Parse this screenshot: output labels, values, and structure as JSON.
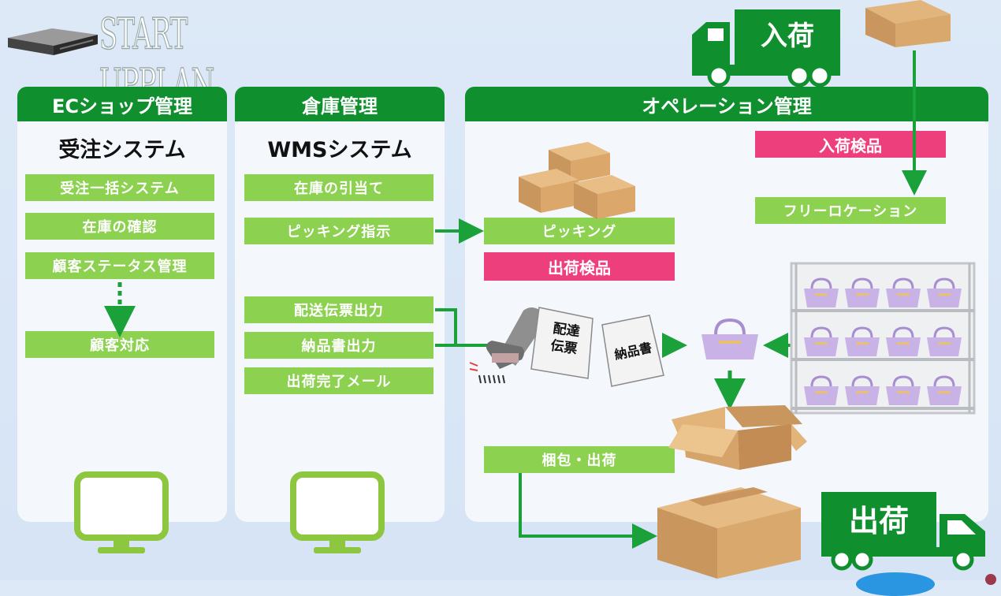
{
  "logo": {
    "text": "START UPPLAN"
  },
  "panels": {
    "ec": {
      "header": "ECショップ管理",
      "system": "受注システム",
      "items": [
        "受注一括システム",
        "在庫の確認",
        "顧客ステータス管理",
        "顧客対応"
      ]
    },
    "wms": {
      "header": "倉庫管理",
      "system": "WMSシステム",
      "items": [
        "在庫の引当て",
        "ピッキング指示",
        "配送伝票出力",
        "納品書出力",
        "出荷完了メール"
      ]
    },
    "ops": {
      "header": "オペレーション管理"
    }
  },
  "operations": {
    "inspection_in": "入荷検品",
    "free_location": "フリーロケーション",
    "picking": "ピッキング",
    "inspection_out": "出荷検品",
    "packing": "梱包・出荷"
  },
  "documents": {
    "slip": "配達\n伝票",
    "invoice": "納品書"
  },
  "trucks": {
    "inbound": "入荷",
    "outbound": "出荷"
  },
  "colors": {
    "header_green": "#0f8f2e",
    "button_green": "#8dd150",
    "pink": "#ee3f7d",
    "arrow_green": "#1aa13a"
  }
}
